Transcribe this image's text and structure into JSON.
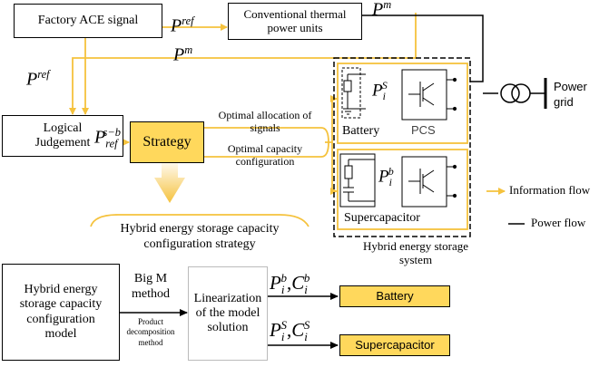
{
  "top": {
    "factory_ace_signal": "Factory ACE signal",
    "conventional_units": "Conventional thermal power units",
    "power_grid": "Power grid"
  },
  "middle": {
    "logical_judgement": "Logical Judgement",
    "strategy": "Strategy",
    "optimal_allocation": "Optimal allocation of signals",
    "optimal_capacity": "Optimal capacity configuration",
    "battery": "Battery",
    "pcs": "PCS",
    "supercapacitor": "Supercapacitor",
    "hybrid_system": "Hybrid energy storage system",
    "configuration_strategy": "Hybrid energy storage capacity configuration strategy"
  },
  "legend": {
    "information_flow": "Information flow",
    "power_flow": "Power flow"
  },
  "bottom": {
    "model": "Hybrid energy storage capacity configuration model",
    "big_m": "Big M method",
    "product_decomposition": "Product decomposition method",
    "linearization": "Linearization of the model solution",
    "battery_out": "Battery",
    "supercap_out": "Supercapacitor"
  },
  "math": {
    "p": "P",
    "c": "C",
    "i": "i",
    "ref": "ref",
    "m": "m",
    "s_b": "s−b",
    "S": "S",
    "b": "b",
    "comma": ","
  },
  "colors": {
    "info_flow": "#F5C23D",
    "highlight_fill": "#FFD85C",
    "line": "#000000",
    "gray_border": "#BBBBBB"
  }
}
